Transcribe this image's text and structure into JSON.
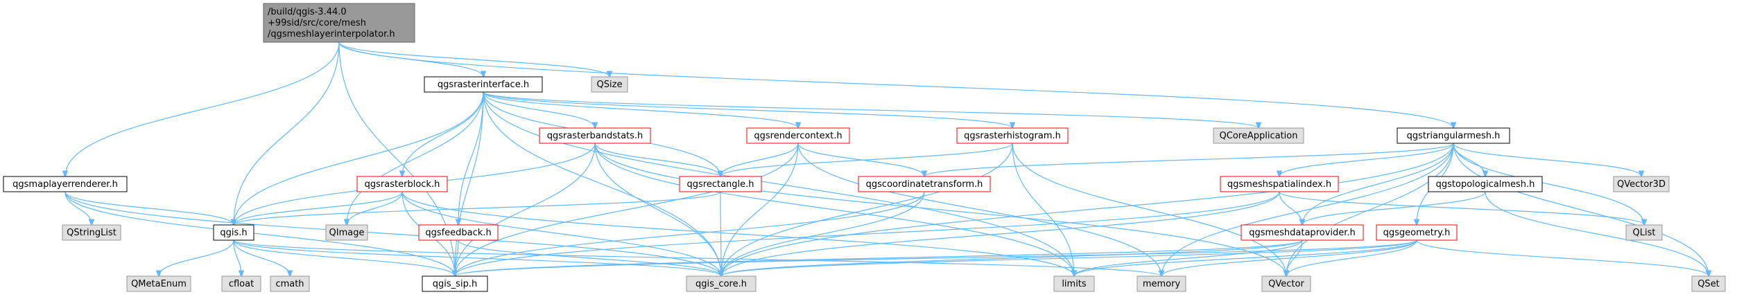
{
  "diagram": {
    "colors": {
      "root_fill": "#999999",
      "root_border": "#666666",
      "internal_border": "#000000",
      "red_border": "#ff0000",
      "external_fill": "#e0e0e0",
      "external_border": "#999999",
      "edge": "#63b8ff"
    },
    "nodes": [
      {
        "id": "root",
        "lines": [
          "/build/qgis-3.44.0",
          "+99sid/src/core/mesh",
          "/qgsmeshlayerinterpolator.h"
        ],
        "style": "root"
      },
      {
        "id": "qgsrasterinterface",
        "lines": [
          "qgsrasterinterface.h"
        ],
        "style": "internal"
      },
      {
        "id": "qsize",
        "lines": [
          "QSize"
        ],
        "style": "external"
      },
      {
        "id": "qgsmaplayerrenderer",
        "lines": [
          "qgsmaplayerrenderer.h"
        ],
        "style": "internal"
      },
      {
        "id": "qgsrasterbandstats",
        "lines": [
          "qgsrasterbandstats.h"
        ],
        "style": "red"
      },
      {
        "id": "qgsrendercontext",
        "lines": [
          "qgsrendercontext.h"
        ],
        "style": "red"
      },
      {
        "id": "qgsrasterhistogram",
        "lines": [
          "qgsrasterhistogram.h"
        ],
        "style": "red"
      },
      {
        "id": "qcoreapplication",
        "lines": [
          "QCoreApplication"
        ],
        "style": "external"
      },
      {
        "id": "qgstriangularmesh",
        "lines": [
          "qgstriangularmesh.h"
        ],
        "style": "internal"
      },
      {
        "id": "qgsrasterblock",
        "lines": [
          "qgsrasterblock.h"
        ],
        "style": "red"
      },
      {
        "id": "qgsrectangle",
        "lines": [
          "qgsrectangle.h"
        ],
        "style": "red"
      },
      {
        "id": "qgscoordinatetransform",
        "lines": [
          "qgscoordinatetransform.h"
        ],
        "style": "red"
      },
      {
        "id": "qgsmeshspatialindex",
        "lines": [
          "qgsmeshspatialindex.h"
        ],
        "style": "red"
      },
      {
        "id": "qgstopologicalmesh",
        "lines": [
          "qgstopologicalmesh.h"
        ],
        "style": "internal"
      },
      {
        "id": "qvector3d",
        "lines": [
          "QVector3D"
        ],
        "style": "external"
      },
      {
        "id": "qstringlist",
        "lines": [
          "QStringList"
        ],
        "style": "external"
      },
      {
        "id": "qgis",
        "lines": [
          "qgis.h"
        ],
        "style": "internal"
      },
      {
        "id": "qimage",
        "lines": [
          "QImage"
        ],
        "style": "external"
      },
      {
        "id": "qgsfeedback",
        "lines": [
          "qgsfeedback.h"
        ],
        "style": "red"
      },
      {
        "id": "qgsmeshdataprovider",
        "lines": [
          "qgsmeshdataprovider.h"
        ],
        "style": "red"
      },
      {
        "id": "qgsgeometry",
        "lines": [
          "qgsgeometry.h"
        ],
        "style": "red"
      },
      {
        "id": "qlist",
        "lines": [
          "QList"
        ],
        "style": "external"
      },
      {
        "id": "qmetaenum",
        "lines": [
          "QMetaEnum"
        ],
        "style": "external"
      },
      {
        "id": "cfloat",
        "lines": [
          "cfloat"
        ],
        "style": "external"
      },
      {
        "id": "cmath",
        "lines": [
          "cmath"
        ],
        "style": "external"
      },
      {
        "id": "qgis_sip",
        "lines": [
          "qgis_sip.h"
        ],
        "style": "internal"
      },
      {
        "id": "qgis_core",
        "lines": [
          "qgis_core.h"
        ],
        "style": "external"
      },
      {
        "id": "limits",
        "lines": [
          "limits"
        ],
        "style": "external"
      },
      {
        "id": "memory",
        "lines": [
          "memory"
        ],
        "style": "external"
      },
      {
        "id": "qvector",
        "lines": [
          "QVector"
        ],
        "style": "external"
      },
      {
        "id": "qset",
        "lines": [
          "QSet"
        ],
        "style": "external"
      }
    ],
    "edges": [
      [
        "root",
        "qgsrasterinterface"
      ],
      [
        "root",
        "qsize"
      ],
      [
        "root",
        "qgsmaplayerrenderer"
      ],
      [
        "root",
        "qgis"
      ],
      [
        "root",
        "qgis_sip"
      ],
      [
        "root",
        "qgstriangularmesh"
      ],
      [
        "qgsrasterinterface",
        "qgsrasterbandstats"
      ],
      [
        "qgsrasterinterface",
        "qgsrendercontext"
      ],
      [
        "qgsrasterinterface",
        "qgsrasterhistogram"
      ],
      [
        "qgsrasterinterface",
        "qcoreapplication"
      ],
      [
        "qgsrasterinterface",
        "qgsrasterblock"
      ],
      [
        "qgsrasterinterface",
        "qgsrectangle"
      ],
      [
        "qgsrasterinterface",
        "qgsfeedback"
      ],
      [
        "qgsrasterinterface",
        "qgis"
      ],
      [
        "qgsrasterinterface",
        "qimage"
      ],
      [
        "qgsrasterinterface",
        "qgis_sip"
      ],
      [
        "qgsrasterinterface",
        "qgis_core"
      ],
      [
        "qgsrasterinterface",
        "limits"
      ],
      [
        "qgsmaplayerrenderer",
        "qstringlist"
      ],
      [
        "qgsmaplayerrenderer",
        "qgis"
      ],
      [
        "qgsmaplayerrenderer",
        "qgis_sip"
      ],
      [
        "qgsmaplayerrenderer",
        "qgis_core"
      ],
      [
        "qgsrasterbandstats",
        "qgis"
      ],
      [
        "qgsrasterbandstats",
        "qgsrectangle"
      ],
      [
        "qgsrasterbandstats",
        "qgis_sip"
      ],
      [
        "qgsrasterbandstats",
        "qgis_core"
      ],
      [
        "qgsrasterbandstats",
        "limits"
      ],
      [
        "qgsrasterbandstats",
        "qvector"
      ],
      [
        "qgsrendercontext",
        "qgsrectangle"
      ],
      [
        "qgsrendercontext",
        "qgscoordinatetransform"
      ],
      [
        "qgsrendercontext",
        "qgis_sip"
      ],
      [
        "qgsrendercontext",
        "qgis_core"
      ],
      [
        "qgsrendercontext",
        "memory"
      ],
      [
        "qgsrasterhistogram",
        "qgsrectangle"
      ],
      [
        "qgsrasterhistogram",
        "qgis_core"
      ],
      [
        "qgsrasterhistogram",
        "limits"
      ],
      [
        "qgsrasterhistogram",
        "qvector"
      ],
      [
        "qgstriangularmesh",
        "qgscoordinatetransform"
      ],
      [
        "qgstriangularmesh",
        "qgsmeshspatialindex"
      ],
      [
        "qgstriangularmesh",
        "qgstopologicalmesh"
      ],
      [
        "qgstriangularmesh",
        "qvector3d"
      ],
      [
        "qgstriangularmesh",
        "qgsmeshdataprovider"
      ],
      [
        "qgstriangularmesh",
        "qgsgeometry"
      ],
      [
        "qgstriangularmesh",
        "qlist"
      ],
      [
        "qgstriangularmesh",
        "qset"
      ],
      [
        "qgstriangularmesh",
        "qvector"
      ],
      [
        "qgstriangularmesh",
        "qgis_core"
      ],
      [
        "qgstriangularmesh",
        "memory"
      ],
      [
        "qgsrasterblock",
        "qgis"
      ],
      [
        "qgsrasterblock",
        "qimage"
      ],
      [
        "qgsrasterblock",
        "qgis_sip"
      ],
      [
        "qgsrasterblock",
        "qgis_core"
      ],
      [
        "qgsrasterblock",
        "limits"
      ],
      [
        "qgsrectangle",
        "qgis"
      ],
      [
        "qgsrectangle",
        "qgis_core"
      ],
      [
        "qgscoordinatetransform",
        "qgis_sip"
      ],
      [
        "qgscoordinatetransform",
        "qgis_core"
      ],
      [
        "qgsmeshspatialindex",
        "qgsmeshdataprovider"
      ],
      [
        "qgsmeshspatialindex",
        "qlist"
      ],
      [
        "qgsmeshspatialindex",
        "qgis_sip"
      ],
      [
        "qgsmeshspatialindex",
        "qgis_core"
      ],
      [
        "qgstopologicalmesh",
        "qgsmeshdataprovider"
      ],
      [
        "qgstopologicalmesh",
        "qset"
      ],
      [
        "qgis",
        "qmetaenum"
      ],
      [
        "qgis",
        "cfloat"
      ],
      [
        "qgis",
        "cmath"
      ],
      [
        "qgis",
        "qgis_sip"
      ],
      [
        "qgis",
        "qgis_core"
      ],
      [
        "qgis",
        "memory"
      ],
      [
        "qgsfeedback",
        "qgis_sip"
      ],
      [
        "qgsfeedback",
        "qgis_core"
      ],
      [
        "qgsmeshdataprovider",
        "qgis_core"
      ],
      [
        "qgsmeshdataprovider",
        "qvector"
      ],
      [
        "qgsmeshdataprovider",
        "limits"
      ],
      [
        "qgsmeshdataprovider",
        "qgis_sip"
      ],
      [
        "qgsgeometry",
        "qgis_core"
      ],
      [
        "qgsgeometry",
        "limits"
      ],
      [
        "qgsgeometry",
        "memory"
      ],
      [
        "qgsgeometry",
        "qvector"
      ],
      [
        "qgsgeometry",
        "qset"
      ],
      [
        "qgsgeometry",
        "qgis_sip"
      ]
    ]
  }
}
